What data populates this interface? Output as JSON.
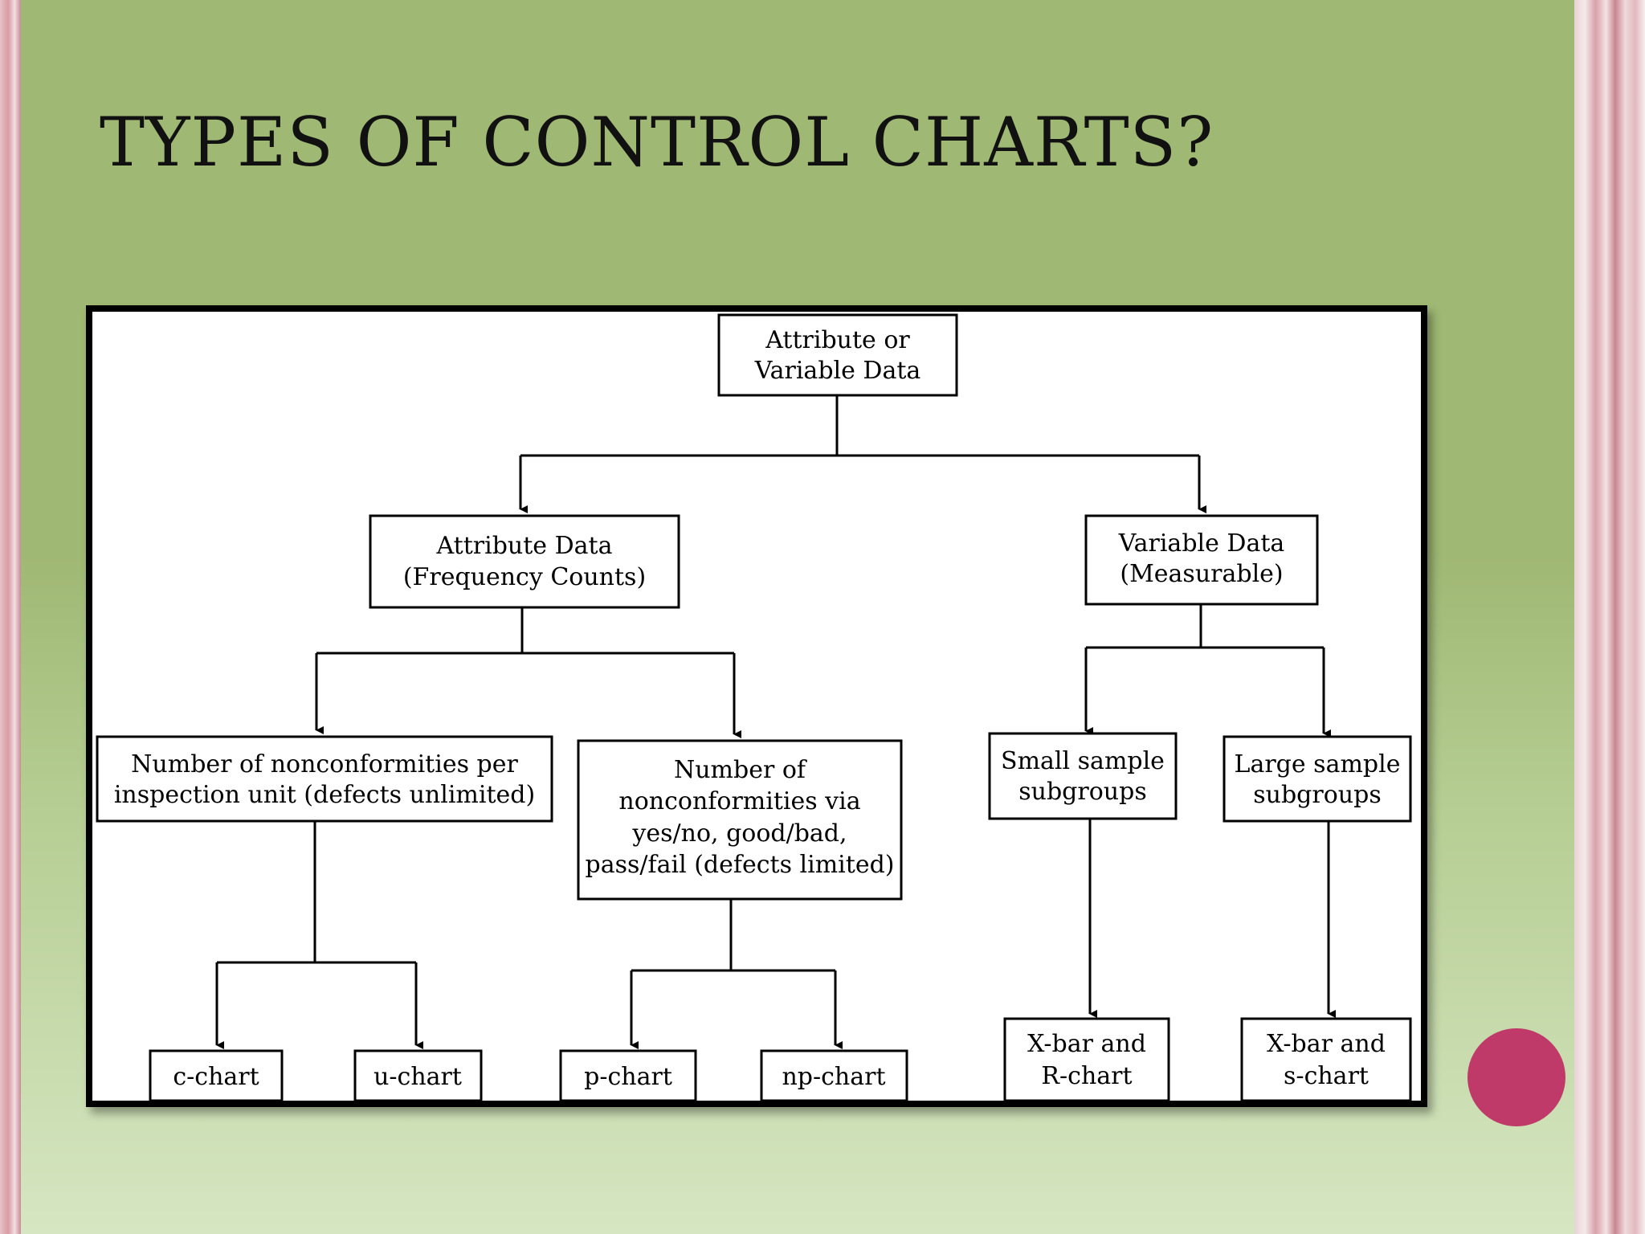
{
  "slide": {
    "title": "TYPES OF CONTROL CHARTS?",
    "accent_color": "#bf3a68",
    "background_color": "#9fb873"
  },
  "diagram": {
    "root": {
      "lines": [
        "Attribute or",
        "Variable Data"
      ]
    },
    "attribute": {
      "lines": [
        "Attribute Data",
        "(Frequency Counts)"
      ]
    },
    "variable": {
      "lines": [
        "Variable Data",
        "(Measurable)"
      ]
    },
    "unlimited": {
      "lines": [
        "Number of  nonconformities  per",
        "inspection unit  (defects unlimited)"
      ]
    },
    "limited": {
      "lines": [
        "Number of",
        "nonconformities via",
        "yes/no, good/bad,",
        "pass/fail (defects limited)"
      ]
    },
    "small": {
      "lines": [
        "Small sample",
        "subgroups"
      ]
    },
    "large": {
      "lines": [
        "Large sample",
        "subgroups"
      ]
    },
    "c_chart": {
      "lines": [
        "c-chart"
      ]
    },
    "u_chart": {
      "lines": [
        "u-chart"
      ]
    },
    "p_chart": {
      "lines": [
        "p-chart"
      ]
    },
    "np_chart": {
      "lines": [
        "np-chart"
      ]
    },
    "xbar_r": {
      "lines": [
        "X-bar and",
        "R-chart"
      ]
    },
    "xbar_s": {
      "lines": [
        "X-bar and",
        "s-chart"
      ]
    }
  }
}
